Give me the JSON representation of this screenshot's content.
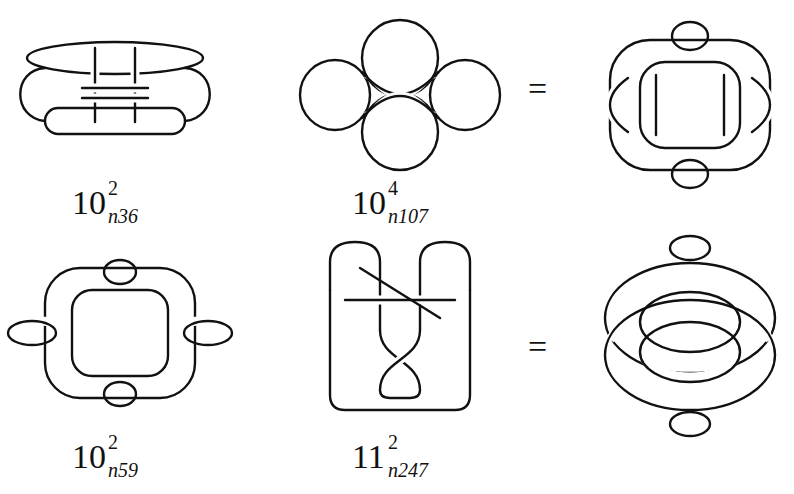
{
  "diagram": {
    "labels": [
      "10",
      "2",
      "n36",
      "10",
      "4",
      "n107",
      "=",
      "10",
      "2",
      "n59",
      "11",
      "2",
      "n247",
      "="
    ]
  }
}
